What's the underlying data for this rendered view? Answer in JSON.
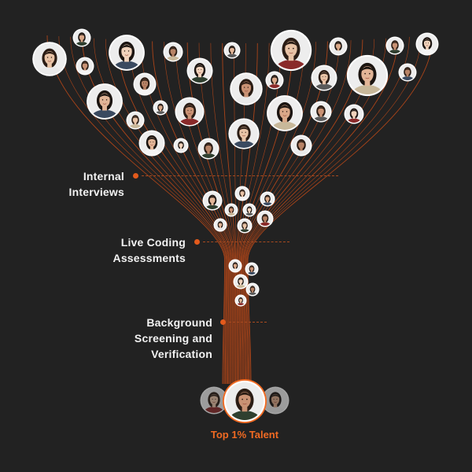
{
  "stages": [
    {
      "label": "Internal\nInterviews"
    },
    {
      "label": "Live Coding\nAssessments"
    },
    {
      "label": "Background\nScreening and\nVerification"
    }
  ],
  "result": {
    "label": "Top 1% Talent"
  },
  "colors": {
    "background": "#222222",
    "accent": "#f06a22",
    "funnel_line": "#c24a17",
    "avatar_ring": "#ffffff",
    "text": "#f2f2f2"
  },
  "avatar_icon": "person-avatar-icon"
}
